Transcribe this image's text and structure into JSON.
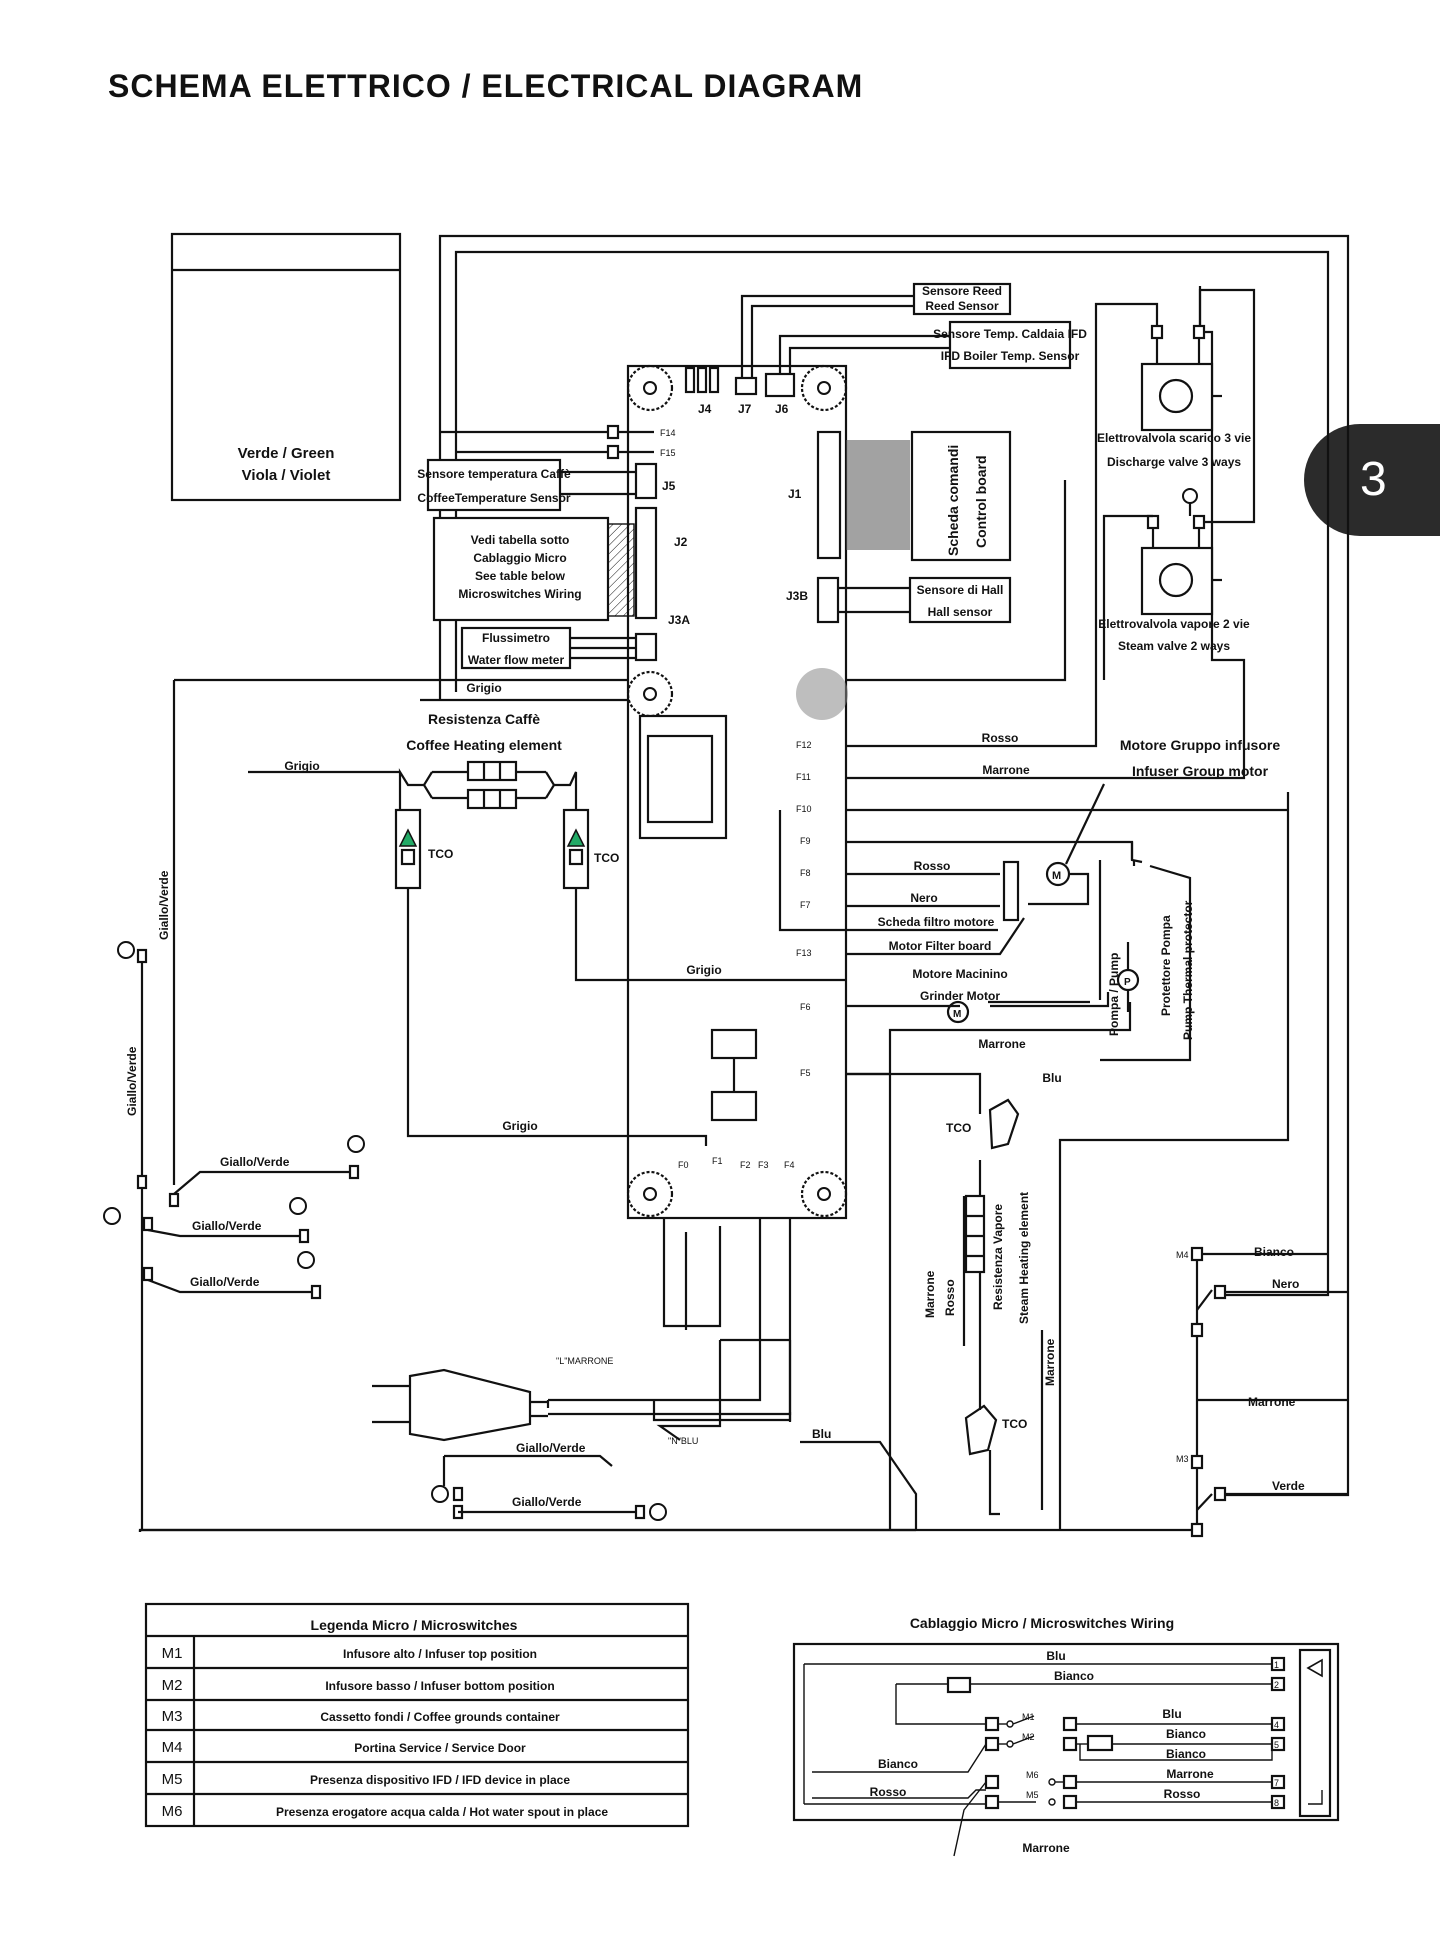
{
  "header": {
    "title": "SCHEMA  ELETTRICO    /    ELECTRICAL  DIAGRAM",
    "page_number": "3"
  },
  "diagram": {
    "color_key": {
      "line1": "Verde / Green",
      "line2": "Viola / Violet"
    },
    "components": {
      "reed_sensor": [
        "Sensore Reed",
        "Reed Sensor"
      ],
      "ifd_boiler_sensor": [
        "Sensore Temp. Caldaia IFD",
        "IFD Boiler Temp. Sensor"
      ],
      "discharge_valve": [
        "Elettrovalvola scarico 3 vie",
        "Discharge valve 3 ways"
      ],
      "steam_valve": [
        "Elettrovalvola vapore 2 vie",
        "Steam valve 2 ways"
      ],
      "control_board": [
        "Scheda comandi",
        "Control board"
      ],
      "hall_sensor": [
        "Sensore di Hall",
        "Hall sensor"
      ],
      "coffee_temp_sensor": [
        "Sensore temperatura Caffè",
        "CoffeeTemperature Sensor"
      ],
      "micro_table_note": [
        "Vedi tabella sotto",
        "Cablaggio Micro",
        "See table below",
        "Microswitches  Wiring"
      ],
      "flow_meter": [
        "Flussimetro",
        "Water flow meter"
      ],
      "coffee_heating": [
        "Resistenza Caffè",
        "Coffee Heating element"
      ],
      "infuser_motor": [
        "Motore Gruppo infusore",
        "Infuser Group motor"
      ],
      "motor_filter_board": [
        "Scheda filtro motore",
        "Motor Filter board"
      ],
      "grinder_motor": [
        "Motore Macinino",
        "Grinder Motor"
      ],
      "pump": "Pompa / Pump",
      "pump_protector": [
        "Protettore Pompa",
        "Pump Thermal protector"
      ],
      "steam_heating": [
        "Resistenza Vapore",
        "Steam Heating element"
      ],
      "tco": "TCO"
    },
    "connectors": {
      "j4": "J4",
      "j7": "J7",
      "j6": "J6",
      "j1": "J1",
      "j5": "J5",
      "j2": "J2",
      "j3a": "J3A",
      "j3b": "J3B",
      "f14": "F14",
      "f15": "F15",
      "f12": "F12",
      "f11": "F11",
      "f10": "F10",
      "f9": "F9",
      "f8": "F8",
      "f7": "F7",
      "f13": "F13",
      "f6": "F6",
      "f5": "F5",
      "f0": "F0",
      "f1": "F1",
      "f2": "F2",
      "f3": "F3",
      "f4": "F4"
    },
    "wires": {
      "grigio": "Grigio",
      "giallo_verde": "Giallo/Verde",
      "rosso": "Rosso",
      "marrone": "Marrone",
      "nero": "Nero",
      "blu": "Blu",
      "bianco": "Bianco",
      "verde": "Verde",
      "l_marrone": "\"L\"MARRONE",
      "n_blu": "\"N\"BLU"
    },
    "switch_labels": {
      "m4": "M4",
      "m3": "M3"
    }
  },
  "legend": {
    "title": "Legenda Micro / Microswitches",
    "rows": [
      {
        "code": "M1",
        "desc": "Infusore alto / Infuser top position"
      },
      {
        "code": "M2",
        "desc": "Infusore basso / Infuser bottom position"
      },
      {
        "code": "M3",
        "desc": "Cassetto fondi / Coffee grounds container"
      },
      {
        "code": "M4",
        "desc": "Portina Service / Service Door"
      },
      {
        "code": "M5",
        "desc": "Presenza dispositivo IFD / IFD device in place"
      },
      {
        "code": "M6",
        "desc": "Presenza erogatore acqua calda / Hot water spout in place"
      }
    ]
  },
  "wiring": {
    "title": "Cablaggio Micro / Microswitches  Wiring",
    "labels": {
      "blu_top": "Blu",
      "bianco_top": "Bianco",
      "blu_r": "Blu",
      "bianco_r1": "Bianco",
      "bianco_r2": "Bianco",
      "marrone_r": "Marrone",
      "rosso_r": "Rosso",
      "bianco_l": "Bianco",
      "rosso_l": "Rosso",
      "marrone_b": "Marrone",
      "m1": "M1",
      "m2": "M2",
      "m5": "M5",
      "m6": "M6"
    },
    "pins": [
      "1",
      "2",
      "4",
      "5",
      "7",
      "8"
    ]
  },
  "colors": {
    "ink": "#111111",
    "tab_bg": "#2b2b2b",
    "tab_text": "#ffffff"
  }
}
